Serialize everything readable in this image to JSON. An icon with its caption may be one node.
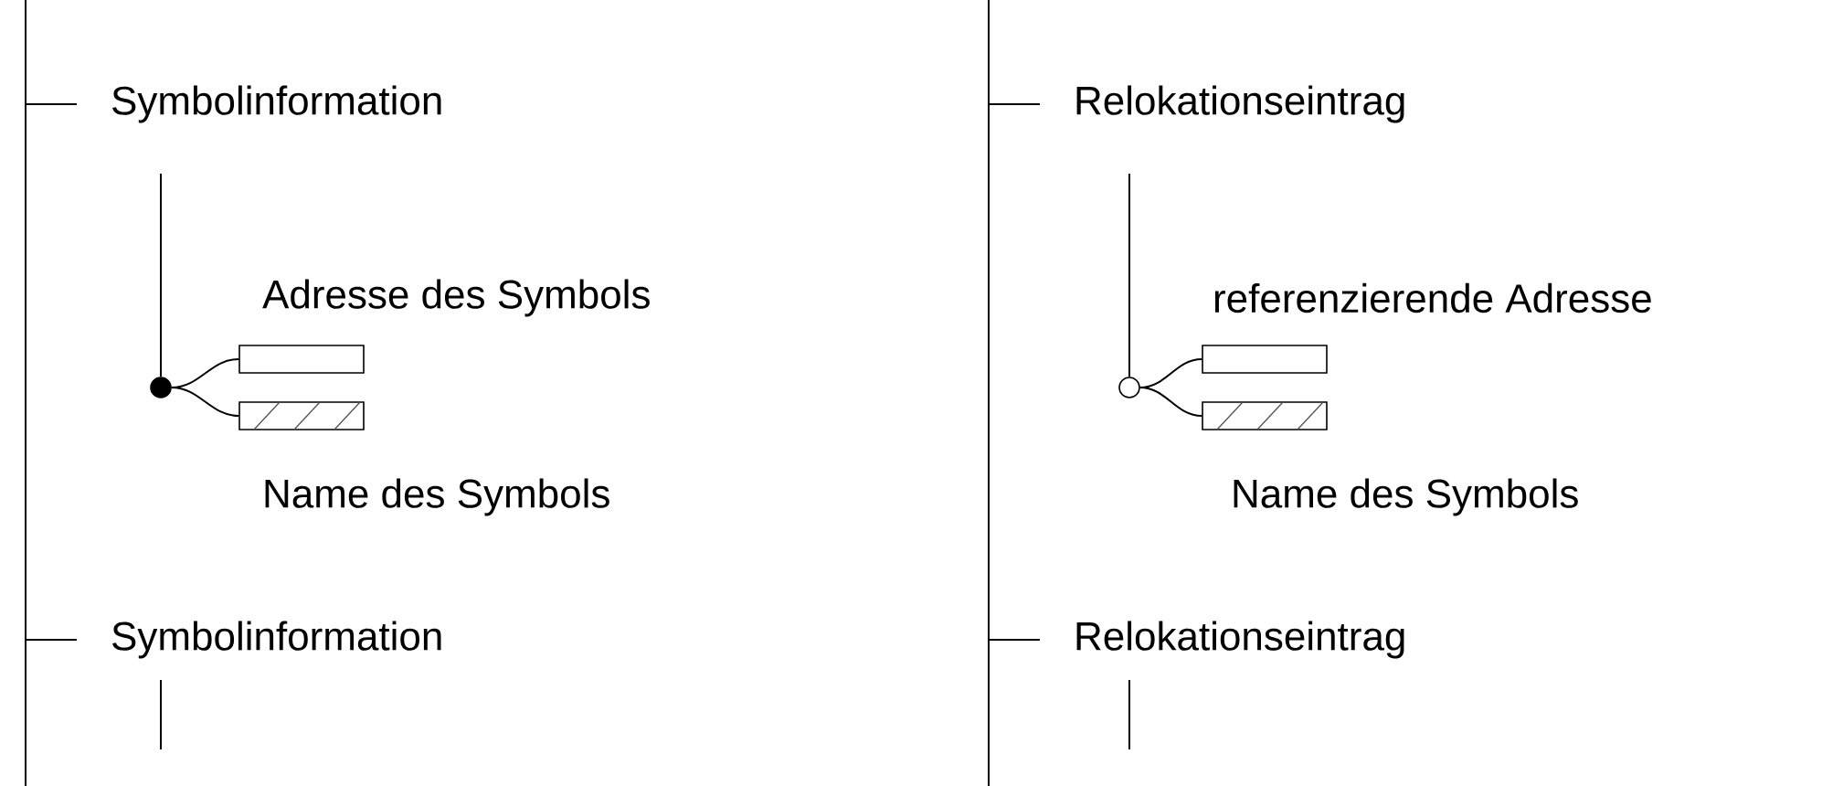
{
  "diagram": {
    "nodes": [
      {
        "text": [
          "Symbolinformation"
        ]
      },
      {
        "text": [],
        "shape": "circle"
      },
      {
        "text": [],
        "shape": "box",
        "beside": [
          "Adresse des Symbols"
        ]
      },
      {
        "text": [],
        "shape": "box",
        "beside": [
          "Name des Symbols"
        ]
      },
      {
        "text": [
          "Symbolinformation"
        ]
      },
      {
        "text": [
          "Relokationseintrag"
        ]
      },
      {
        "text": [],
        "shape": "circle"
      },
      {
        "text": [],
        "shape": "box",
        "beside": [
          "referenzierende Adresse"
        ]
      },
      {
        "text": [],
        "shape": "box",
        "beside": [
          "Name des Symbols"
        ]
      },
      {
        "text": [
          "Relokationseintrag"
        ]
      }
    ],
    "edges": [
      {
        "from": null,
        "to": 0,
        "arrow": "none"
      },
      {
        "from": 0,
        "to": 4,
        "arrow": "none"
      },
      {
        "from": 4,
        "to": null,
        "arrow": "none"
      },
      {
        "from": 0,
        "to": 1,
        "arrow": "none"
      },
      {
        "from": 1,
        "to": 2,
        "arrow": "none"
      },
      {
        "from": 1,
        "to": 3,
        "arrow": "none"
      },
      {
        "from": 4,
        "to": null,
        "arrow": "none"
      },
      {
        "from": null,
        "to": 5,
        "arrow": "none"
      },
      {
        "from": 5,
        "to": 9,
        "arrow": "none"
      },
      {
        "from": 9,
        "to": null,
        "arrow": "none"
      },
      {
        "from": 5,
        "to": 6,
        "arrow": "none"
      },
      {
        "from": 6,
        "to": 7,
        "arrow": "none"
      },
      {
        "from": 6,
        "to": 8,
        "arrow": "none"
      },
      {
        "from": 9,
        "to": null,
        "arrow": "none"
      }
    ]
  }
}
